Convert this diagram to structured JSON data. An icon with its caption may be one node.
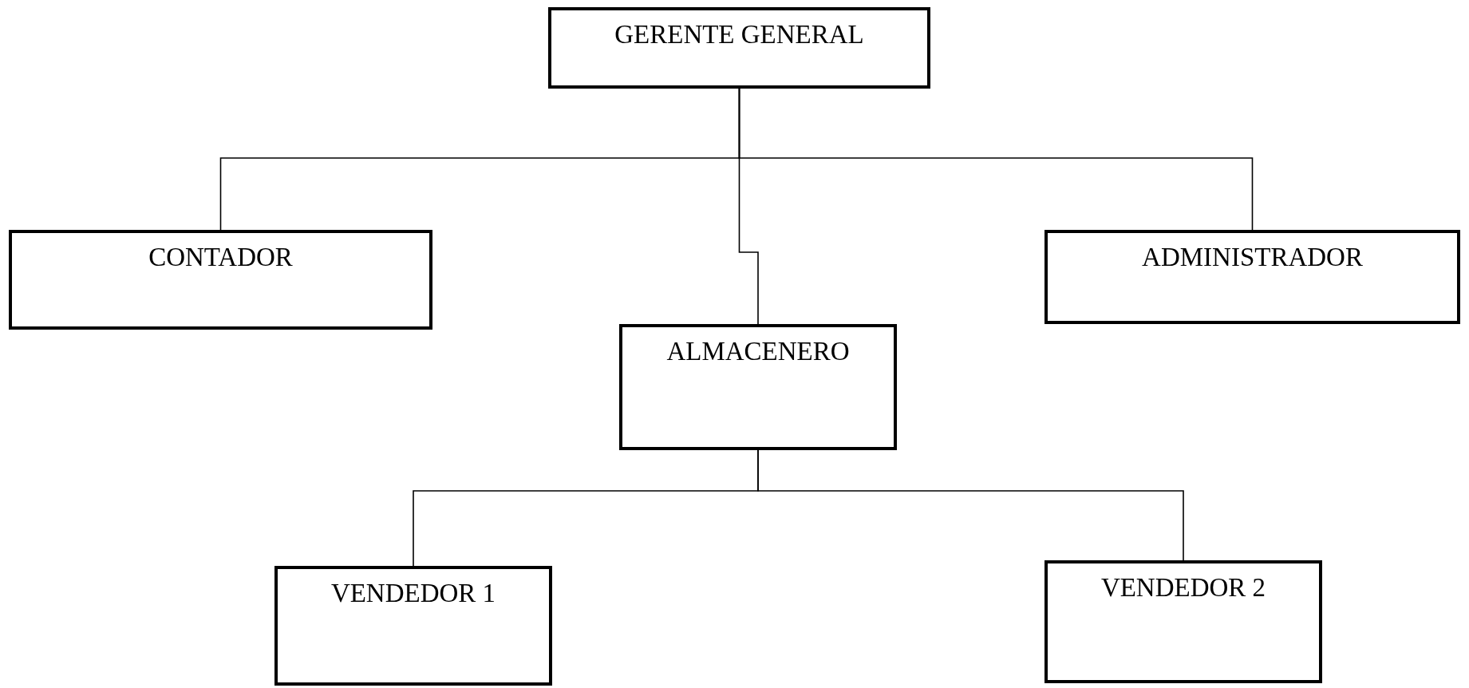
{
  "diagram": {
    "nodes": [
      {
        "text": [
          "GERENTE GENERAL"
        ]
      },
      {
        "text": [
          "CONTADOR"
        ]
      },
      {
        "text": [
          "ADMINISTRADOR"
        ]
      },
      {
        "text": [
          "ALMACENERO"
        ]
      },
      {
        "text": [
          "VENDEDOR 1"
        ]
      },
      {
        "text": [
          "VENDEDOR 2"
        ]
      }
    ],
    "edges": [
      {
        "from": 0,
        "to": 1,
        "arrow": "none"
      },
      {
        "from": 0,
        "to": 2,
        "arrow": "none"
      },
      {
        "from": 0,
        "to": 3,
        "arrow": "none"
      },
      {
        "from": 3,
        "to": 4,
        "arrow": "none"
      },
      {
        "from": 3,
        "to": 5,
        "arrow": "none"
      }
    ]
  }
}
